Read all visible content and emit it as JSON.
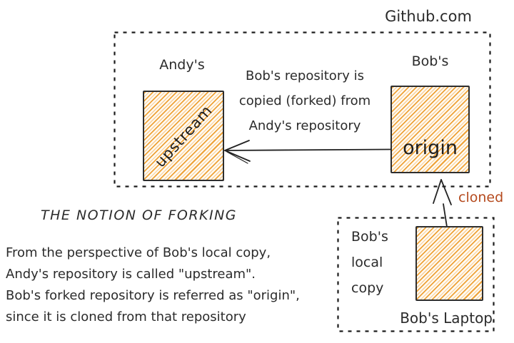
{
  "colors": {
    "ink": "#2b2b2b",
    "hatch_orange": "#ee9e2e",
    "hatch_light": "#f6c788",
    "cloned_text": "#b54a1e",
    "background": "#ffffff"
  },
  "github_area": {
    "label": "Github.com",
    "andys_repo_label": "Andy's",
    "bobs_repo_label": "Bob's",
    "upstream_box_label": "upstream",
    "origin_box_label": "origin",
    "fork_note": {
      "line1": "Bob's repository is",
      "line2": "copied (forked) from",
      "line3": "Andy's repository"
    }
  },
  "clone": {
    "label": "cloned"
  },
  "laptop_area": {
    "local_copy": {
      "line1": "Bob's",
      "line2": "local",
      "line3": "copy"
    },
    "label": "Bob's Laptop"
  },
  "caption": {
    "title": "THE NOTION OF FORKING",
    "line1": "From the perspective of Bob's local copy,",
    "line2": "Andy's repository is called \"upstream\".",
    "line3": "Bob's forked repository is referred as \"origin\",",
    "line4": "since it is cloned from that repository"
  }
}
